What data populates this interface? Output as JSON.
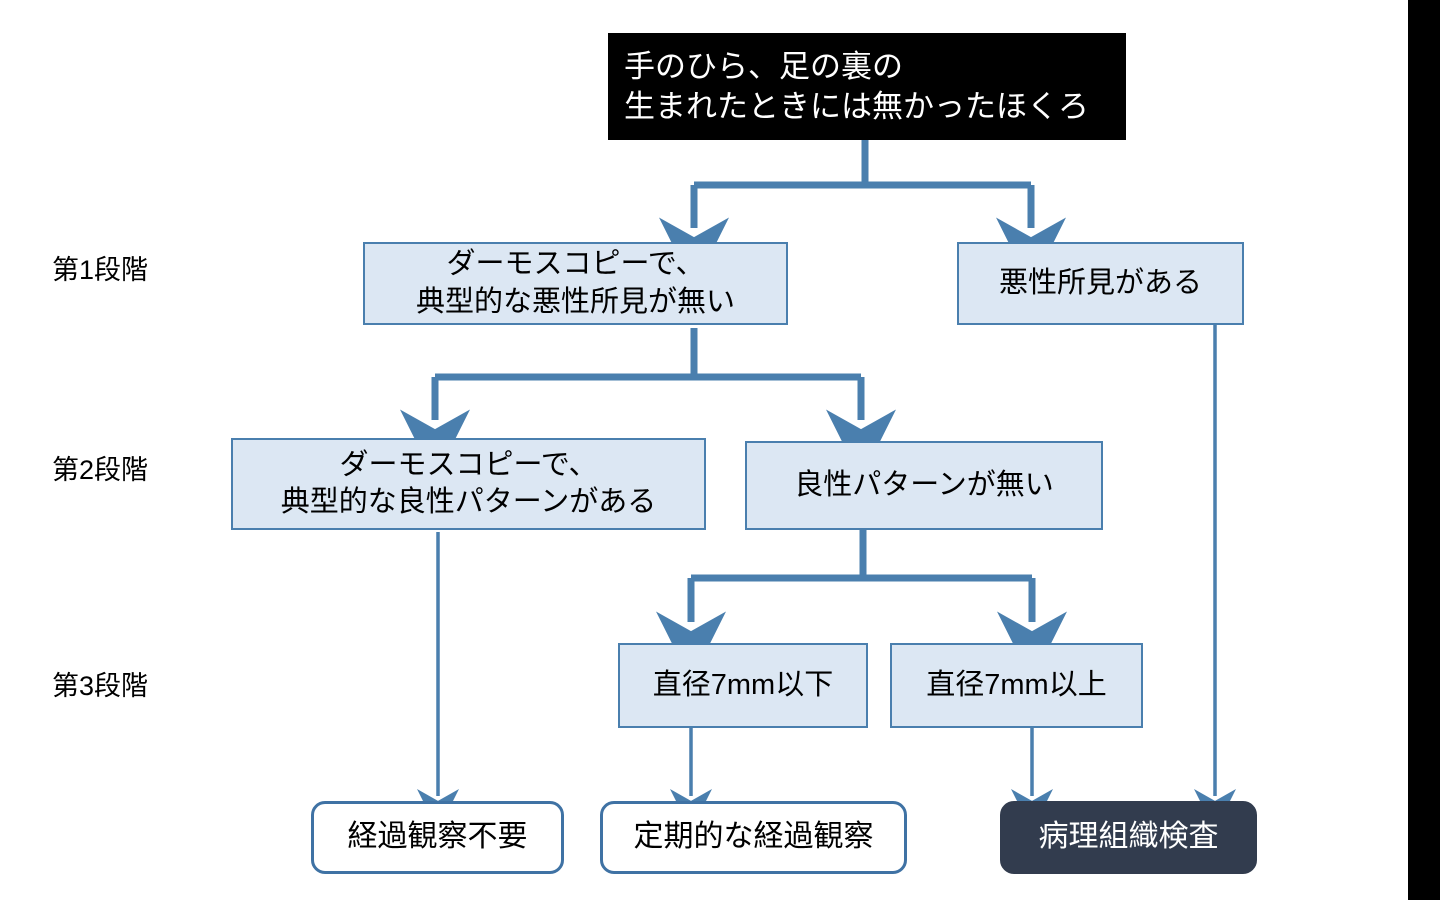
{
  "diagram": {
    "title_text": "手のひら、足の裏の\n生まれたときには無かったほくろ",
    "stage_labels": [
      {
        "id": "stage-1",
        "text": "第1段階"
      },
      {
        "id": "stage-2",
        "text": "第2段階"
      },
      {
        "id": "stage-3",
        "text": "第3段階"
      }
    ],
    "nodes": {
      "root": "手のひら、足の裏の\n生まれたときには無かったほくろ",
      "stage1_left": "ダーモスコピーで、\n典型的な悪性所見が無い",
      "stage1_right": "悪性所見がある",
      "stage2_left": "ダーモスコピーで、\n典型的な良性パターンがある",
      "stage2_right": "良性パターンが無い",
      "stage3_left": "直径7mm以下",
      "stage3_right": "直径7mm以上",
      "outcome_none": "経過観察不要",
      "outcome_periodic": "定期的な経過観察",
      "outcome_biopsy": "病理組織検査"
    },
    "colors": {
      "root_fill": "#000000",
      "root_text": "#ffffff",
      "box_fill": "#dce7f3",
      "box_border": "#4a7fae",
      "connector": "#4a7fae",
      "outcome_fill": "#ffffff",
      "outcome_border": "#3f72a4",
      "biopsy_fill": "#323c4e",
      "biopsy_text": "#ffffff",
      "side_bar": "#000000"
    }
  }
}
